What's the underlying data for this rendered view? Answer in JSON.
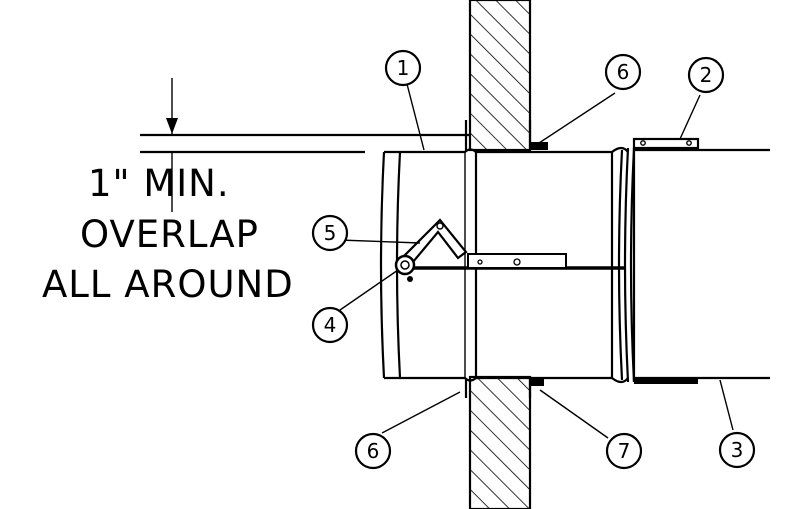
{
  "note": {
    "line1": "1\" MIN.",
    "line2": "OVERLAP",
    "line3": "ALL AROUND"
  },
  "callouts": [
    "1",
    "2",
    "3",
    "4",
    "5",
    "6",
    "6",
    "7"
  ]
}
